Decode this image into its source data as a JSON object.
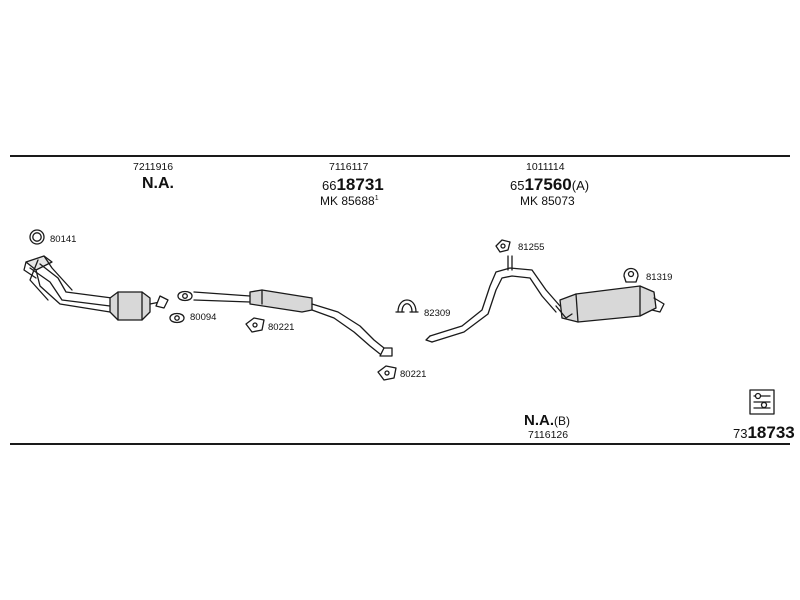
{
  "header_columns": [
    {
      "code": "7211916",
      "status": "N.A.",
      "mk": ""
    },
    {
      "code": "7116117",
      "part_prefix": "66",
      "part_main": "18731",
      "part_suffix": "",
      "mk": "MK 85688",
      "mk_sup": "1"
    },
    {
      "code": "1011114",
      "part_prefix": "65",
      "part_main": "17560",
      "part_suffix": "(A)",
      "mk": "MK 85073"
    }
  ],
  "col1": {
    "code": "7211916",
    "status": "N.A."
  },
  "col2": {
    "code": "7116117",
    "prefix": "66",
    "main": "18731",
    "mk": "MK 85688",
    "sup": "1"
  },
  "col3": {
    "code": "1011114",
    "prefix": "65",
    "main": "17560",
    "suffix": "(A)",
    "mk": "MK 85073"
  },
  "callouts": {
    "c80141": "80141",
    "c80094": "80094",
    "c80221a": "80221",
    "c80221b": "80221",
    "c82309": "82309",
    "c81255": "81255",
    "c81319": "81319"
  },
  "bottom": {
    "na_label": "N.A.",
    "na_suffix": "(B)",
    "na_code": "7116126",
    "kit_prefix": "73",
    "kit_main": "18733"
  },
  "colors": {
    "line": "#1a1a1a",
    "part_fill": "#d8d8d8",
    "background": "#ffffff"
  },
  "icons": [
    "ring-gasket-icon",
    "flange-gasket-icon",
    "clamp-icon",
    "rubber-hanger-icon",
    "catalytic-converter-icon",
    "muffler-icon",
    "kit-box-icon"
  ]
}
